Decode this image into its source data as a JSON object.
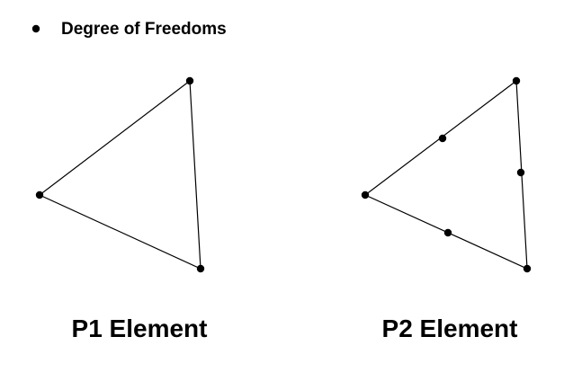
{
  "legend": {
    "marker_icon": "filled-circle",
    "label": "Degree of Freedoms"
  },
  "elements": [
    {
      "id": "p1",
      "title": "P1 Element",
      "node_count": 3
    },
    {
      "id": "p2",
      "title": "P2 Element",
      "node_count": 6
    }
  ],
  "colors": {
    "line": "#000000",
    "dof": "#000000",
    "background": "#ffffff"
  }
}
